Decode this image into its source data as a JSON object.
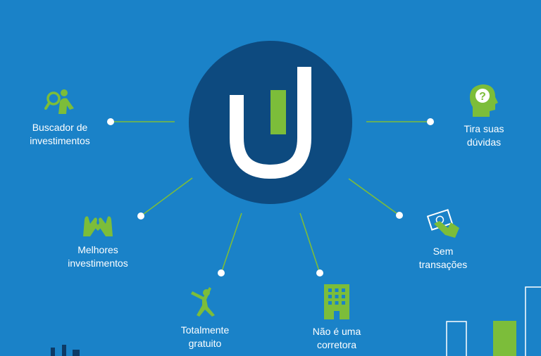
{
  "colors": {
    "background": "#1a82c8",
    "logo_circle": "#0d4a7f",
    "accent_green": "#7cbd3a",
    "text": "#ffffff"
  },
  "features": [
    {
      "icon": "magnifier-person-icon",
      "label": "Buscador de\ninvestimentos"
    },
    {
      "icon": "hands-heart-icon",
      "label": "Melhores\ninvestimentos"
    },
    {
      "icon": "person-reaching-icon",
      "label": "Totalmente\ngratuito"
    },
    {
      "icon": "building-icon",
      "label": "Não é uma\ncorretora"
    },
    {
      "icon": "money-hand-icon",
      "label": "Sem\ntransações"
    },
    {
      "icon": "head-question-icon",
      "label": "Tira suas\ndúvidas"
    }
  ]
}
